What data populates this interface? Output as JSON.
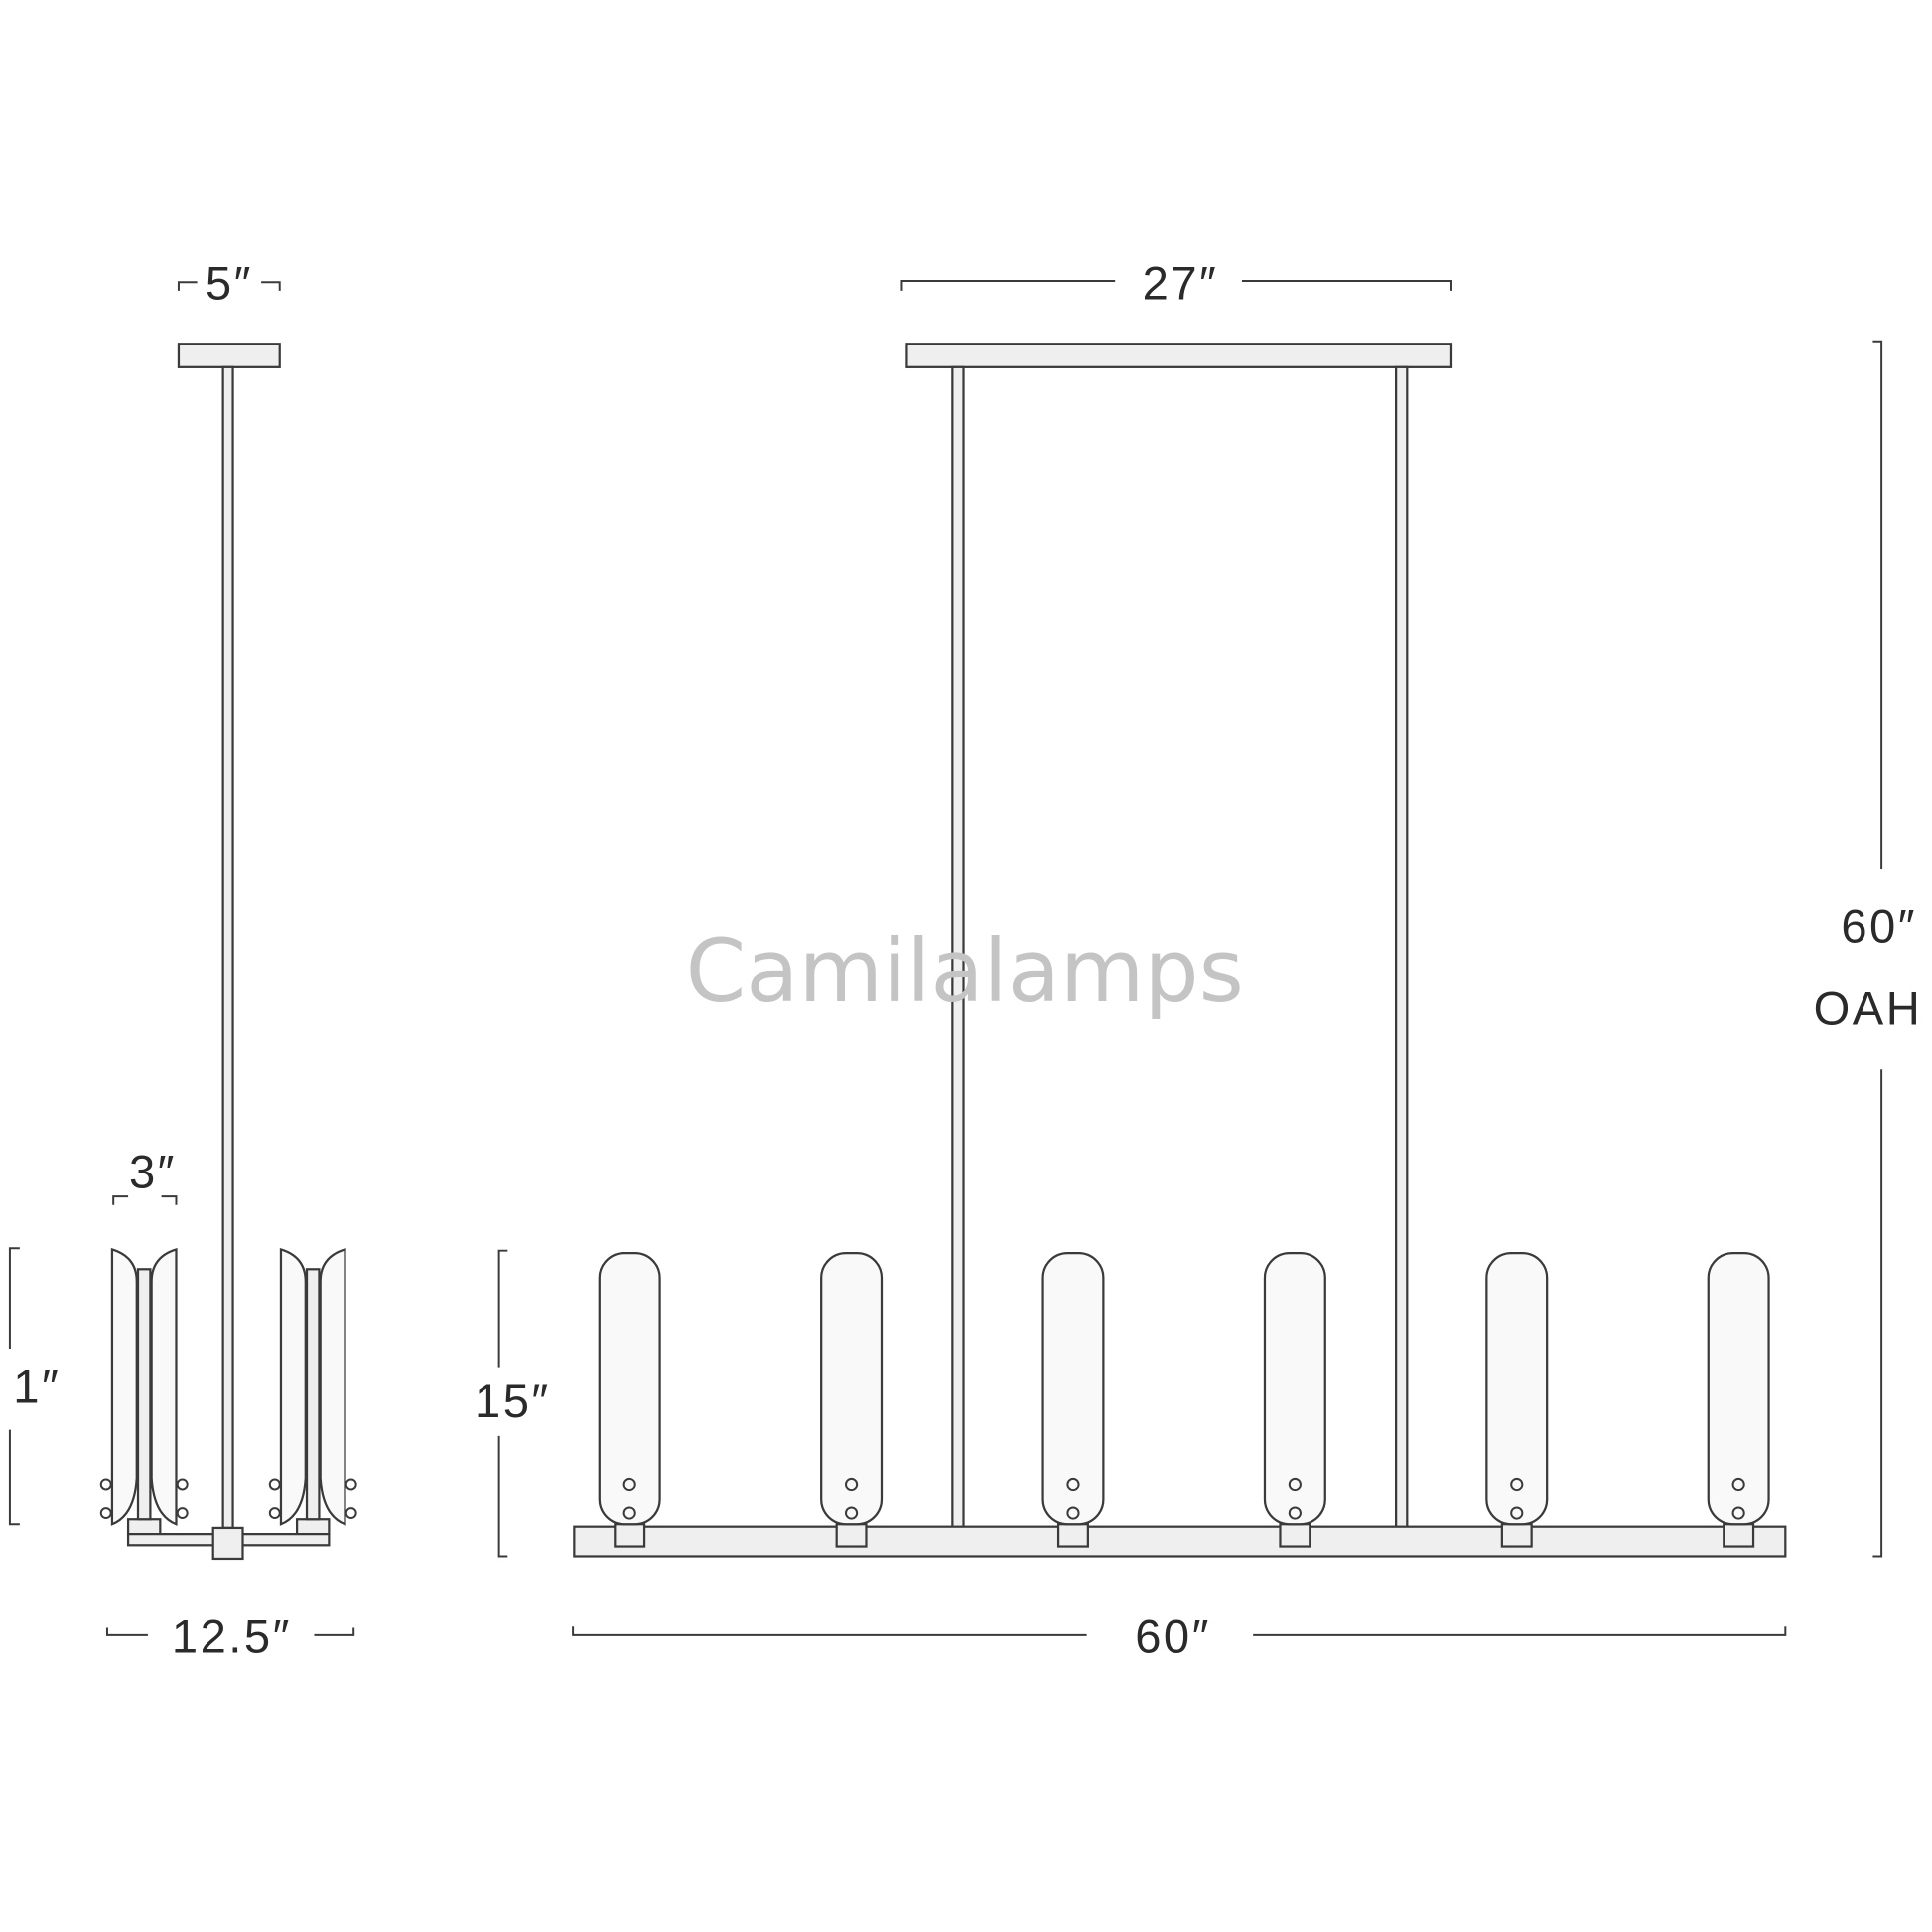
{
  "watermark": "Camilalamps",
  "side_view": {
    "canopy_width": "5″",
    "shade_width": "3″",
    "shade_height": "1″",
    "overall_width": "12.5″"
  },
  "front_view": {
    "canopy_width": "27″",
    "shade_height": "15″",
    "overall_length": "60″",
    "overall_height": "60″",
    "overall_height_label": "OAH",
    "lamp_count": 6
  },
  "colors": {
    "line": "#3a3a3a",
    "watermark": "#c4c4c4",
    "fill": "#efefef"
  }
}
